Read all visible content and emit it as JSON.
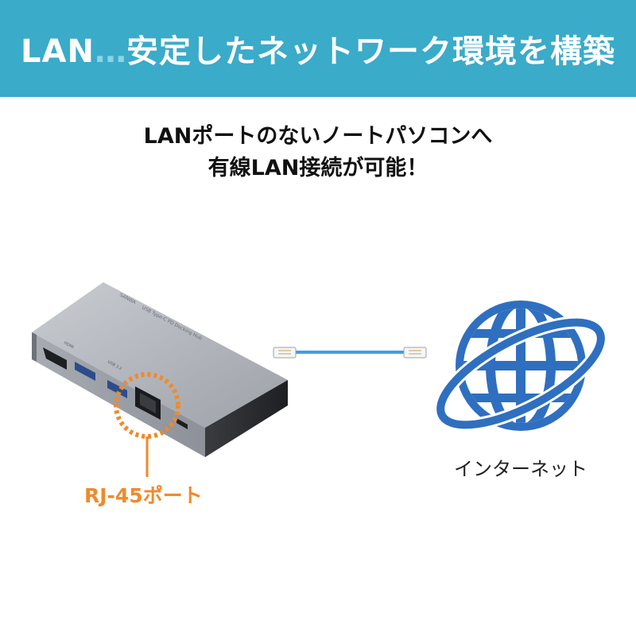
{
  "header": {
    "title_prefix": "LAN",
    "title_dots": "…",
    "title_rest": "安定したネットワーク環境を構築"
  },
  "subtitle": {
    "line1": "LANポートのないノートパソコンへ",
    "line2": "有線LAN接続が可能！"
  },
  "device": {
    "brand_mark": "SANWA",
    "model_text": "USB Type-C PD Docking Hub",
    "hdmi_label": "HDMI",
    "usb_label": "USB 3.2"
  },
  "callout": {
    "label": "RJ-45ポート"
  },
  "internet": {
    "label": "インターネット"
  },
  "colors": {
    "header_bg": "#3aabc9",
    "callout_orange": "#f08a2a",
    "cable_blue": "#3fa0e0",
    "globe_blue": "#2f6fc0"
  }
}
